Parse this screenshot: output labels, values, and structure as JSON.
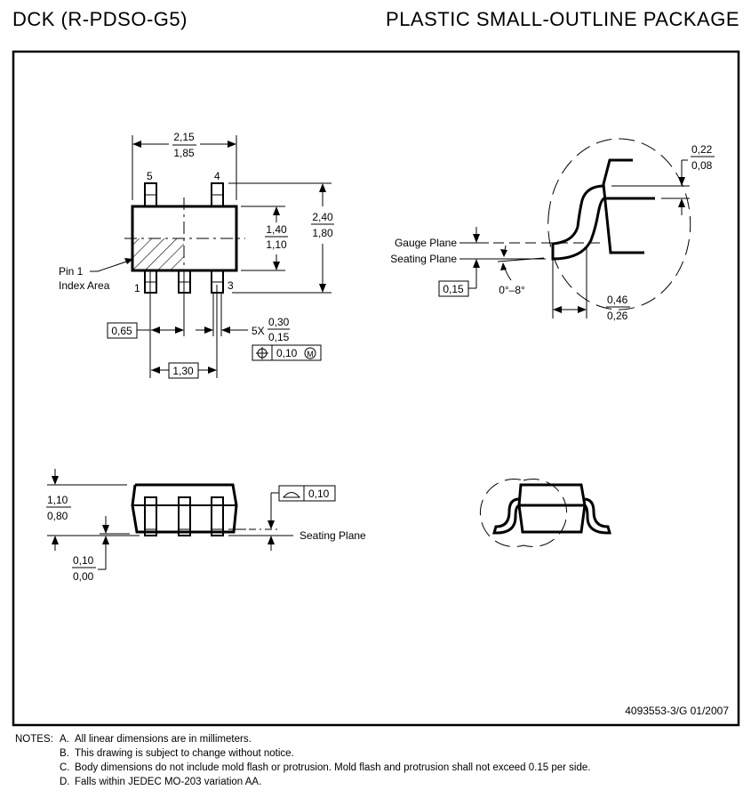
{
  "header": {
    "package_code": "DCK (R-PDSO-G5)",
    "package_name": "PLASTIC SMALL-OUTLINE PACKAGE"
  },
  "top_view": {
    "pin_labels": [
      "1",
      "3",
      "4",
      "5"
    ],
    "width_max": "2,15",
    "width_min": "1,85",
    "body_width_max": "1,40",
    "body_width_min": "1,10",
    "total_max": "2,40",
    "total_min": "1,80",
    "pin1_label_line1": "Pin 1",
    "pin1_label_line2": "Index Area",
    "pitch": "0,65",
    "pitch_double": "1,30",
    "lead_count": "5X",
    "lead_width_max": "0,30",
    "lead_width_min": "0,15",
    "position_tolerance": "0,10",
    "modifier": "M"
  },
  "detail_view": {
    "thickness_max": "0,22",
    "thickness_min": "0,08",
    "gauge_plane": "Gauge Plane",
    "seating_plane": "Seating Plane",
    "gauge_height": "0,15",
    "angle": "0°–8°",
    "foot_length_max": "0,46",
    "foot_length_min": "0,26"
  },
  "side_view": {
    "height_max": "1,10",
    "height_min": "0,80",
    "standoff_max": "0,10",
    "standoff_min": "0,00",
    "coplanarity": "0,10",
    "seating_plane": "Seating Plane"
  },
  "drawing_number": "4093553-3/G  01/2007",
  "notes": {
    "heading": "NOTES:",
    "items": [
      {
        "letter": "A.",
        "text": "All linear dimensions are in millimeters."
      },
      {
        "letter": "B.",
        "text": "This drawing is subject to change without notice."
      },
      {
        "letter": "C.",
        "text": "Body dimensions do not include mold flash or protrusion. Mold flash and protrusion shall not exceed 0.15 per side."
      },
      {
        "letter": "D.",
        "text": "Falls within JEDEC MO-203 variation AA."
      }
    ]
  }
}
